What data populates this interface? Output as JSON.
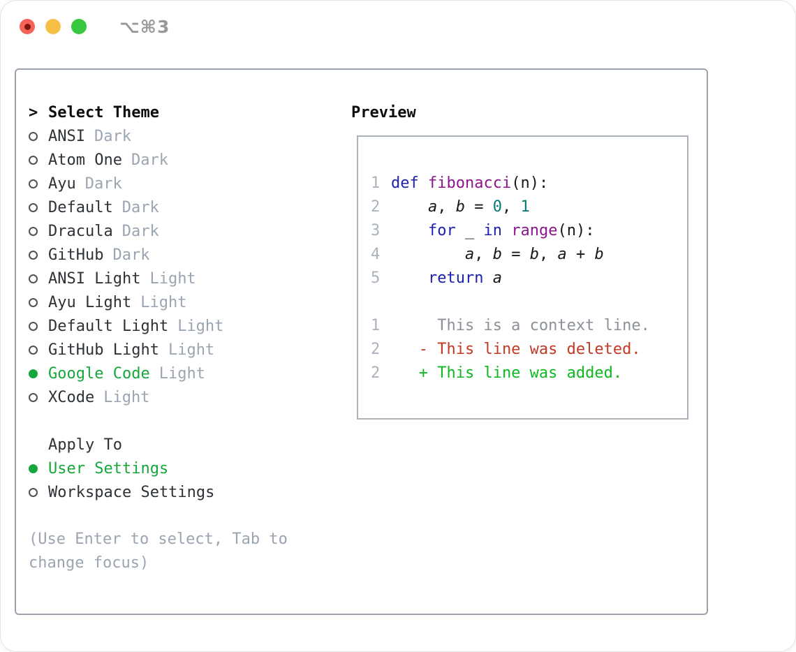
{
  "window": {
    "title": "⌥⌘3",
    "traffic_lights": [
      "close",
      "minimize",
      "zoom"
    ]
  },
  "theme_picker": {
    "heading_prefix": ">",
    "heading": "Select Theme",
    "themes": [
      {
        "name": "ANSI",
        "variant": "Dark",
        "selected": false
      },
      {
        "name": "Atom One",
        "variant": "Dark",
        "selected": false
      },
      {
        "name": "Ayu",
        "variant": "Dark",
        "selected": false
      },
      {
        "name": "Default",
        "variant": "Dark",
        "selected": false
      },
      {
        "name": "Dracula",
        "variant": "Dark",
        "selected": false
      },
      {
        "name": "GitHub",
        "variant": "Dark",
        "selected": false
      },
      {
        "name": "ANSI Light",
        "variant": "Light",
        "selected": false
      },
      {
        "name": "Ayu Light",
        "variant": "Light",
        "selected": false
      },
      {
        "name": "Default Light",
        "variant": "Light",
        "selected": false
      },
      {
        "name": "GitHub Light",
        "variant": "Light",
        "selected": false
      },
      {
        "name": "Google Code",
        "variant": "Light",
        "selected": true
      },
      {
        "name": "XCode",
        "variant": "Light",
        "selected": false
      }
    ],
    "apply_to": {
      "heading": "Apply To",
      "options": [
        {
          "name": "User Settings",
          "selected": true
        },
        {
          "name": "Workspace Settings",
          "selected": false
        }
      ]
    },
    "help_lines": [
      "(Use Enter to select, Tab to",
      "change focus)"
    ]
  },
  "preview": {
    "heading": "Preview",
    "lines": [
      {
        "num": "1",
        "segments": [
          {
            "text": "def",
            "style": "kw"
          },
          {
            "text": " ",
            "style": "pln"
          },
          {
            "text": "fibonacci",
            "style": "fn"
          },
          {
            "text": "(n):",
            "style": "pln"
          }
        ]
      },
      {
        "num": "2",
        "segments": [
          {
            "text": "    ",
            "style": "pln"
          },
          {
            "text": "a",
            "style": "var"
          },
          {
            "text": ", ",
            "style": "pln"
          },
          {
            "text": "b",
            "style": "var"
          },
          {
            "text": " = ",
            "style": "pln"
          },
          {
            "text": "0",
            "style": "lit"
          },
          {
            "text": ", ",
            "style": "pln"
          },
          {
            "text": "1",
            "style": "lit"
          }
        ]
      },
      {
        "num": "3",
        "segments": [
          {
            "text": "    ",
            "style": "pln"
          },
          {
            "text": "for",
            "style": "kw"
          },
          {
            "text": " _ ",
            "style": "pln"
          },
          {
            "text": "in",
            "style": "kw"
          },
          {
            "text": " ",
            "style": "pln"
          },
          {
            "text": "range",
            "style": "fn"
          },
          {
            "text": "(n):",
            "style": "pln"
          }
        ]
      },
      {
        "num": "4",
        "segments": [
          {
            "text": "        ",
            "style": "pln"
          },
          {
            "text": "a",
            "style": "var"
          },
          {
            "text": ", ",
            "style": "pln"
          },
          {
            "text": "b",
            "style": "var"
          },
          {
            "text": " = ",
            "style": "pln"
          },
          {
            "text": "b",
            "style": "var"
          },
          {
            "text": ", ",
            "style": "pln"
          },
          {
            "text": "a",
            "style": "var"
          },
          {
            "text": " + ",
            "style": "pln"
          },
          {
            "text": "b",
            "style": "var"
          }
        ]
      },
      {
        "num": "5",
        "segments": [
          {
            "text": "    ",
            "style": "pln"
          },
          {
            "text": "return",
            "style": "kw"
          },
          {
            "text": " ",
            "style": "pln"
          },
          {
            "text": "a",
            "style": "var"
          }
        ]
      },
      {
        "num": "",
        "segments": []
      },
      {
        "num": "1",
        "segments": [
          {
            "text": "     This is a context line.",
            "style": "ctx"
          }
        ]
      },
      {
        "num": "2",
        "segments": [
          {
            "text": "   - This line was deleted.",
            "style": "del"
          }
        ]
      },
      {
        "num": "2",
        "segments": [
          {
            "text": "   + This line was added.",
            "style": "add"
          }
        ]
      }
    ]
  },
  "colors": {
    "selection_green": "#17a73c",
    "keyword_blue": "#1c21b0",
    "function_purple": "#8e158e",
    "literal_teal": "#0a7878",
    "diff_deleted_red": "#c53823",
    "diff_added_green": "#0eb820",
    "diff_context_gray": "#8b9199",
    "muted_gray": "#9aa5b1",
    "gutter_gray": "#a9b2bd",
    "panel_border": "#9aa3ad",
    "traffic_red": "#f4625a",
    "traffic_yellow": "#f6c046",
    "traffic_green": "#38c840"
  }
}
